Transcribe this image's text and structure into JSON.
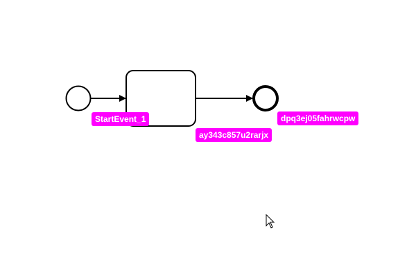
{
  "diagram": {
    "type": "bpmn",
    "nodes": [
      {
        "id": "start",
        "kind": "start-event",
        "label": "StartEvent_1"
      },
      {
        "id": "task",
        "kind": "task",
        "label": ""
      },
      {
        "id": "end",
        "kind": "end-event",
        "label": "dpq3ej05fahrwcpw"
      }
    ],
    "edges": [
      {
        "from": "start",
        "to": "task",
        "label": ""
      },
      {
        "from": "task",
        "to": "end",
        "label": "ay343c857u2rarjx"
      }
    ],
    "colors": {
      "label_bg": "#ff00ff",
      "label_text": "#ffffff",
      "stroke": "#000000"
    }
  },
  "labels": {
    "start_event": "StartEvent_1",
    "flow_label": "ay343c857u2rarjx",
    "end_event": "dpq3ej05fahrwcpw"
  }
}
